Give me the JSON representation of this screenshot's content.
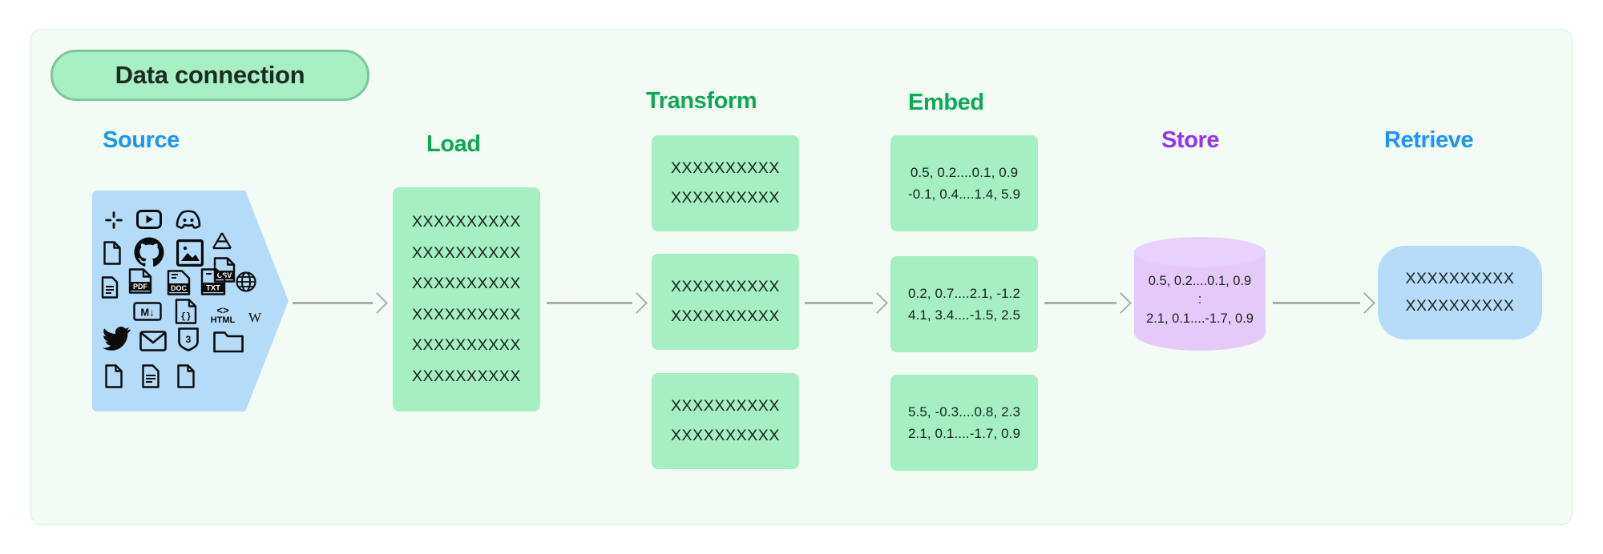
{
  "diagram": {
    "title": "Data connection",
    "colors": {
      "frame_bg": "#f3fbf5",
      "pill_bg": "#a8efc3",
      "mint_card": "#a6efc2",
      "source_blue": "#b4dbf7",
      "store_purple": "#e5caf9",
      "retrieve_blue": "#b7dcf9",
      "header_blue": "#1b94fb",
      "header_green": "#0bab54",
      "header_purple": "#9333ff",
      "arrow_gray": "#adadad"
    },
    "stages": [
      {
        "id": "source",
        "label": "Source",
        "color": "blue"
      },
      {
        "id": "load",
        "label": "Load",
        "color": "green"
      },
      {
        "id": "transform",
        "label": "Transform",
        "color": "green"
      },
      {
        "id": "embed",
        "label": "Embed",
        "color": "green"
      },
      {
        "id": "store",
        "label": "Store",
        "color": "purple"
      },
      {
        "id": "retrieve",
        "label": "Retrieve",
        "color": "blue"
      }
    ],
    "source": {
      "icons": [
        "slack-icon",
        "youtube-icon",
        "discord-icon",
        "file-icon",
        "github-icon",
        "image-icon",
        "google-drive-icon",
        "csv-file-icon",
        "document-lines-icon",
        "pdf-file-icon",
        "doc-file-icon",
        "txt-file-icon",
        "globe-icon",
        "markdown-icon",
        "json-file-icon",
        "html-icon",
        "wikipedia-icon",
        "twitter-icon",
        "email-icon",
        "css-icon",
        "folder-icon",
        "file-blank-icon",
        "file-text-icon",
        "file-plain-icon"
      ]
    },
    "load": {
      "lines": [
        "XXXXXXXXXX",
        "XXXXXXXXXX",
        "XXXXXXXXXX",
        "XXXXXXXXXX",
        "XXXXXXXXXX",
        "XXXXXXXXXX"
      ]
    },
    "transform": {
      "chunks": [
        {
          "lines": [
            "XXXXXXXXXX",
            "XXXXXXXXXX"
          ]
        },
        {
          "lines": [
            "XXXXXXXXXX",
            "XXXXXXXXXX"
          ]
        },
        {
          "lines": [
            "XXXXXXXXXX",
            "XXXXXXXXXX"
          ]
        }
      ]
    },
    "embed": {
      "vectors": [
        {
          "lines": [
            "0.5, 0.2....0.1, 0.9",
            "-0.1, 0.4....1.4, 5.9"
          ]
        },
        {
          "lines": [
            "0.2, 0.7....2.1, -1.2",
            "4.1, 3.4....-1.5, 2.5"
          ]
        },
        {
          "lines": [
            "5.5, -0.3....0.8, 2.3",
            "2.1, 0.1....-1.7, 0.9"
          ]
        }
      ]
    },
    "store": {
      "lines": [
        "0.5, 0.2....0.1, 0.9",
        ":",
        "2.1, 0.1....-1.7, 0.9"
      ]
    },
    "retrieve": {
      "lines": [
        "XXXXXXXXXX",
        "XXXXXXXXXX"
      ]
    }
  }
}
